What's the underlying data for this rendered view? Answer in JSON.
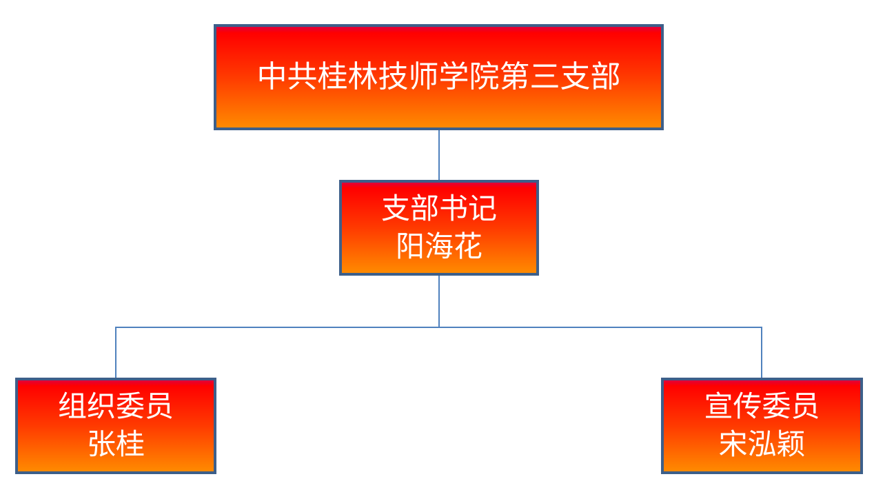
{
  "root": {
    "title": "中共桂林技师学院第三支部"
  },
  "secretary": {
    "role": "支部书记",
    "name": "阳海花"
  },
  "members": [
    {
      "role": "组织委员",
      "name": "张桂"
    },
    {
      "role": "宣传委员",
      "name": "宋泓颖"
    }
  ]
}
